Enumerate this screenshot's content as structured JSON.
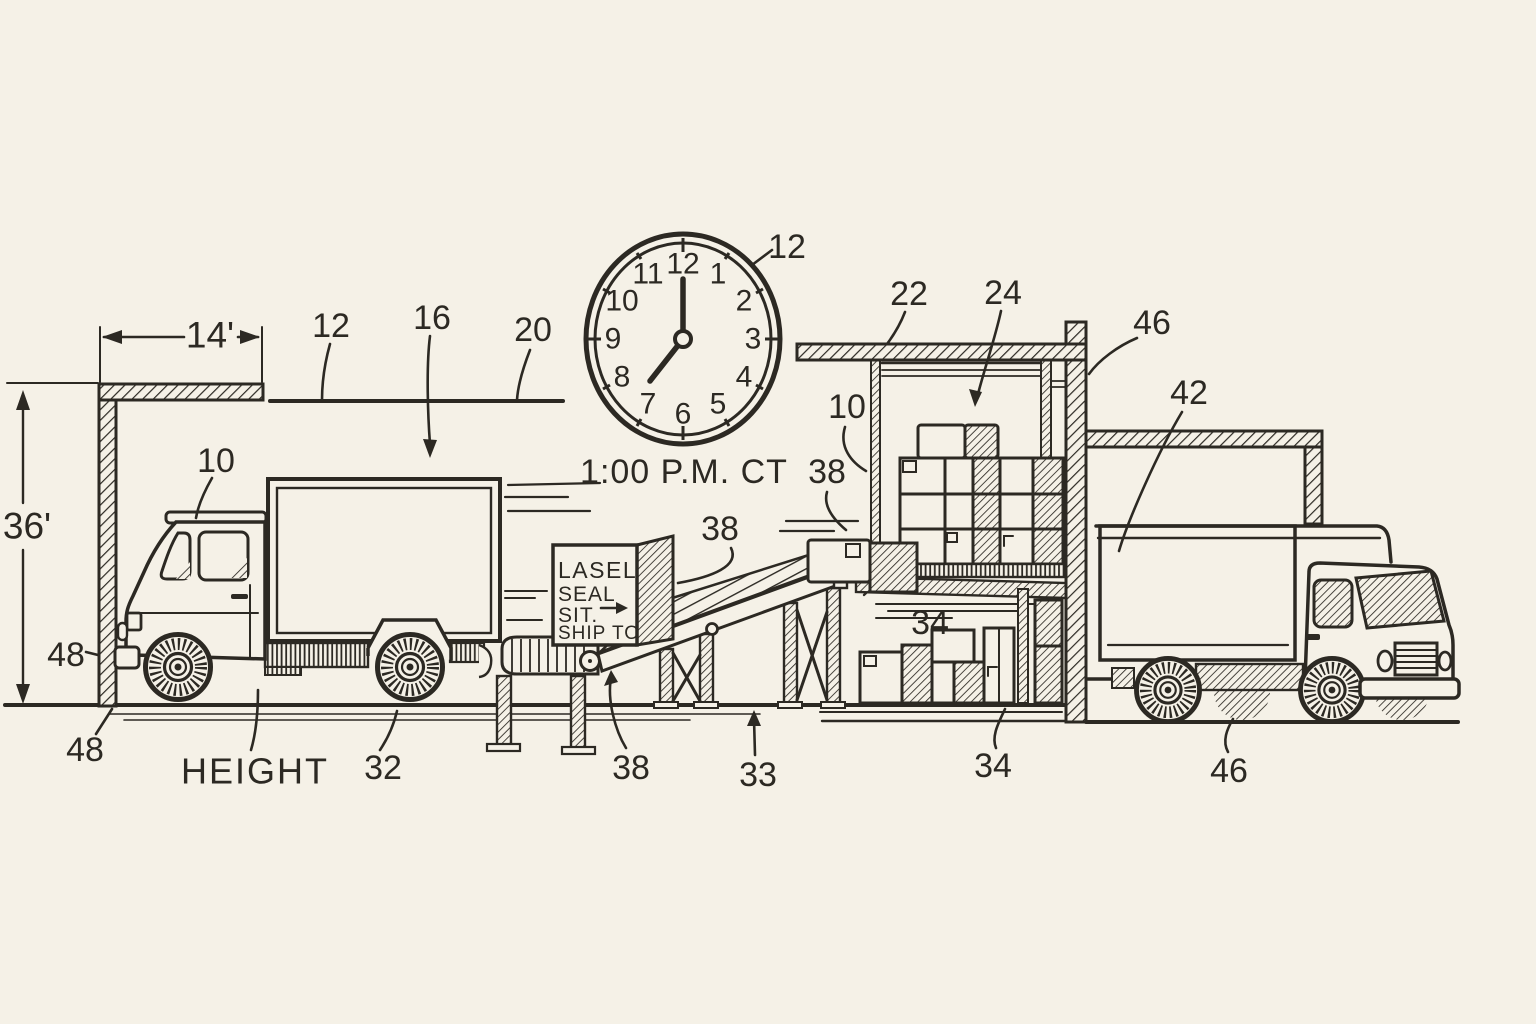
{
  "palette": {
    "background": "#f5f1e7",
    "ink": "#2c2923"
  },
  "dimensions": {
    "door_width": "14'",
    "door_height": "36'"
  },
  "clock": {
    "caption": "1:00 P.M. CT",
    "callout": "12",
    "numerals": [
      "12",
      "1",
      "2",
      "3",
      "4",
      "5",
      "6",
      "7",
      "8",
      "9",
      "10",
      "11"
    ]
  },
  "package_label": {
    "line1": "LASEL",
    "line2": "SEAL",
    "line3": "SIT.",
    "line4": "SHIP TO"
  },
  "callouts": {
    "ceiling_left": "12",
    "cargo_arrow": "16",
    "ceiling_right": "20",
    "left_truck_cab": "10",
    "door_frame_upper": "48",
    "door_frame_lower": "48",
    "height_word": "HEIGHT",
    "rear_wheel": "32",
    "package": "38",
    "conveyor_foot": "38",
    "floor": "33",
    "dock_package": "38",
    "dock_post": "10",
    "roof_beam": "22",
    "upper_storage": "24",
    "mid_storage": "34",
    "lower_storage": "34",
    "wall": "46",
    "right_truck_cargo": "42",
    "right_truck_wheels": "46"
  }
}
